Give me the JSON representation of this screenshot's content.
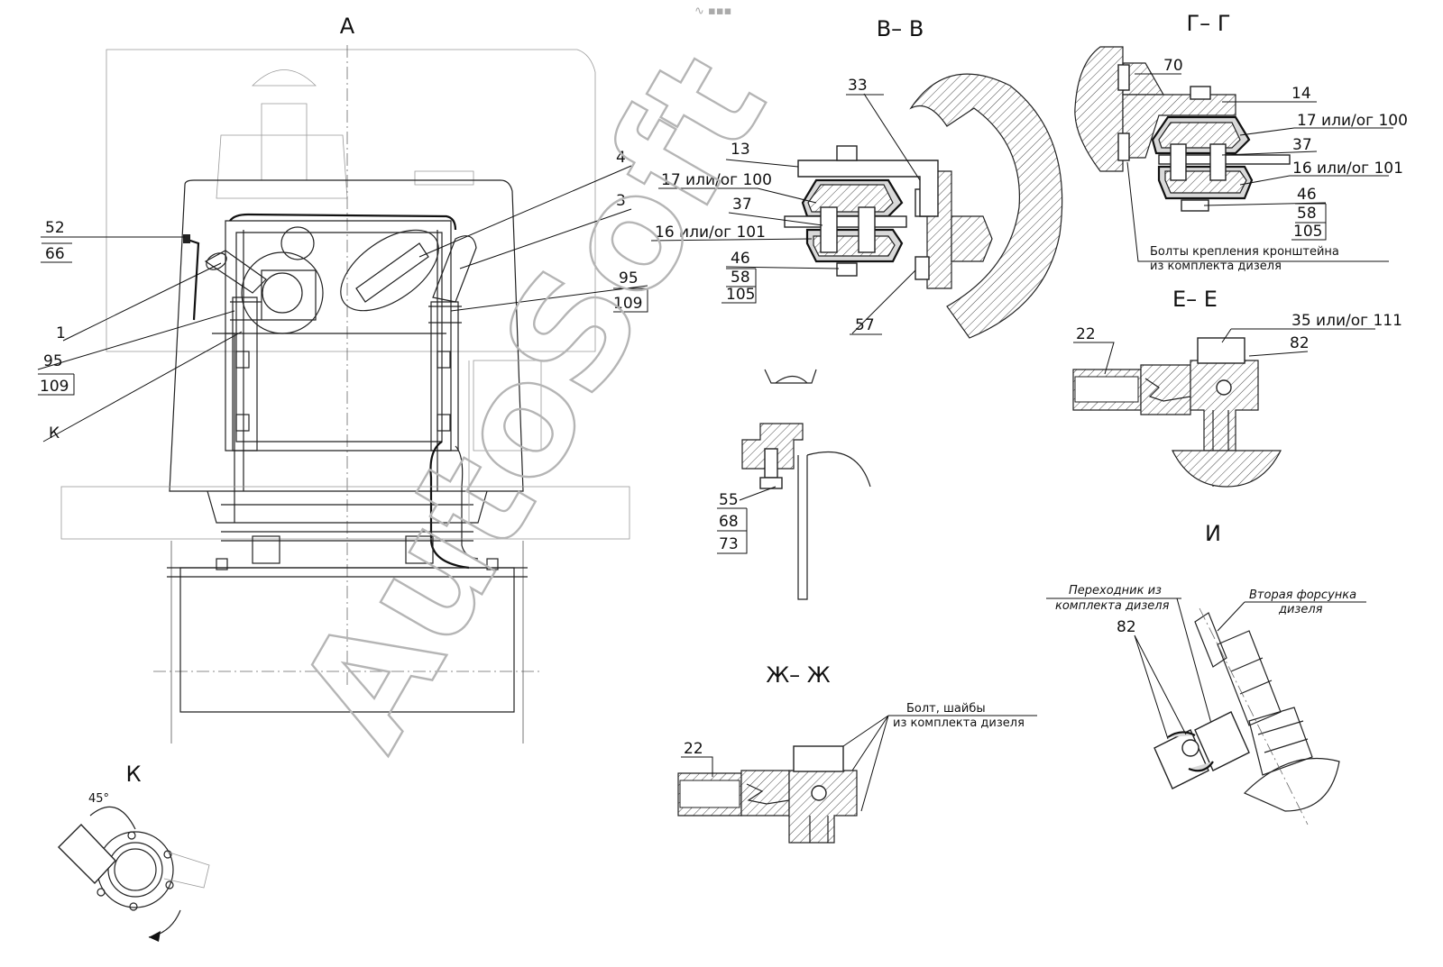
{
  "views": {
    "a": "А",
    "vv": "В– В",
    "gg": "Г– Г",
    "ee": "Е– Е",
    "i": "И",
    "zh": "Ж– Ж",
    "k": "К"
  },
  "labels": {
    "n52": "52",
    "n66": "66",
    "n1": "1",
    "n95": "95",
    "n109": "109",
    "nK": "К",
    "n4": "4",
    "n3": "3",
    "n95r": "95",
    "n109r": "109",
    "n33": "33",
    "n13": "13",
    "n17a": "17 или/ог 100",
    "n37a": "37",
    "n16a": "16 или/ог 101",
    "n46a": "46",
    "n58a": "58",
    "n105a": "105",
    "n57": "57",
    "n55": "55",
    "n68": "68",
    "n73": "73",
    "n70": "70",
    "n14": "14",
    "n17b": "17 или/ог 100",
    "n37b": "37",
    "n16b": "16 или/ог 101",
    "n46b": "46",
    "n58b": "58",
    "n105b": "105",
    "n22a": "22",
    "n35": "35 или/ог 111",
    "n82a": "82",
    "n82b": "82",
    "n22b": "22",
    "angle": "45°"
  },
  "notes": {
    "brackets_1": "Болты крепления кронштейна",
    "brackets_2": "из комплекта дизеля",
    "adapter_1": "Переходник из",
    "adapter_2": "комплекта дизеля",
    "injector_1": "Вторая форсунка",
    "injector_2": "дизеля",
    "bolt_1": "Болт, шайбы",
    "bolt_2": "из комплекта дизеля"
  },
  "watermark": "AutoSoft"
}
